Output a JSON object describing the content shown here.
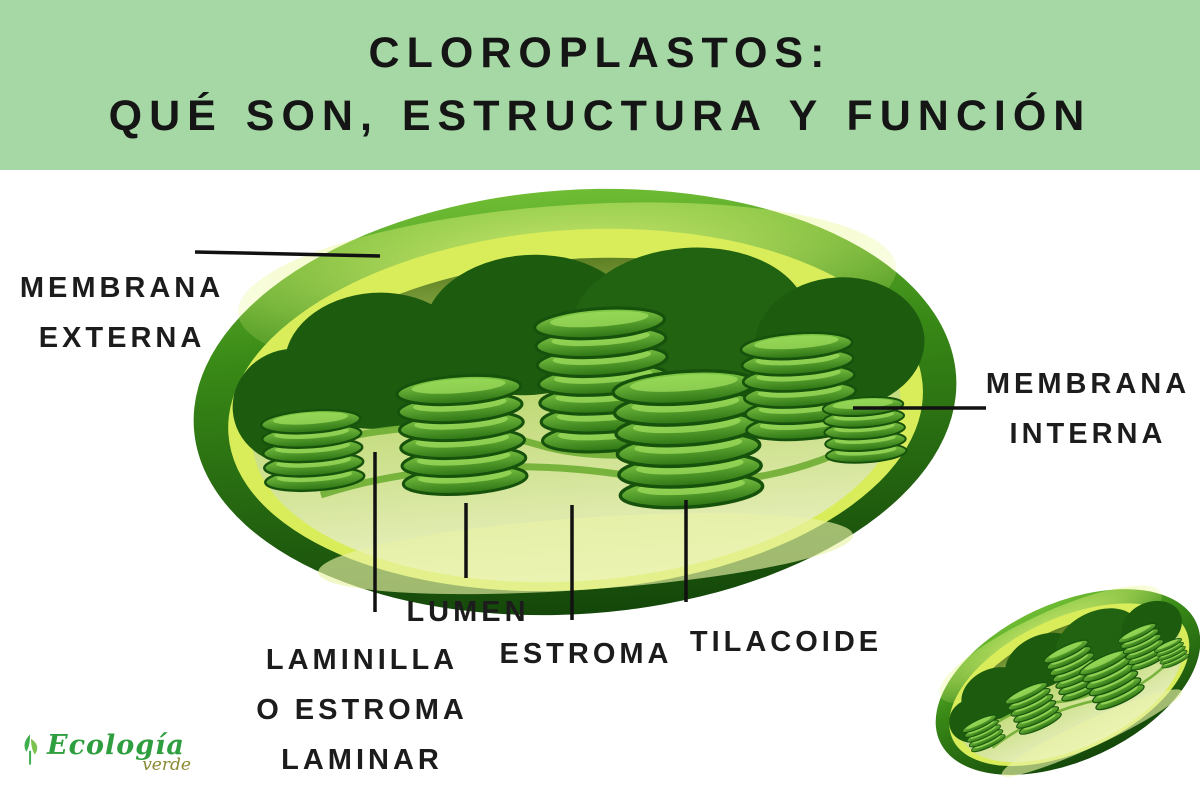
{
  "header": {
    "title_line1": "CLOROPLASTOS:",
    "title_line2": "QUÉ SON, ESTRUCTURA Y FUNCIÓN"
  },
  "labels": {
    "membrana_externa_1": "MEMBRANA",
    "membrana_externa_2": "EXTERNA",
    "membrana_interna_1": "MEMBRANA",
    "membrana_interna_2": "INTERNA",
    "lumen": "LUMEN",
    "laminilla_1": "LAMINILLA",
    "laminilla_2": "O ESTROMA",
    "laminilla_3": "LAMINAR",
    "estroma": "ESTROMA",
    "tilacoide": "TILACOIDE"
  },
  "logo": {
    "word_main": "Ecología",
    "word_sub": "verde"
  },
  "illustration": {
    "main": "chloroplast-cutaway-diagram",
    "secondary": "small-chloroplast"
  },
  "colors": {
    "banner_green": "#a5d8a5",
    "title_text": "#151515",
    "label_text": "#1c1c1c",
    "pointer_line": "#111111",
    "chloroplast_dark_green": "#1d5c0f",
    "chloroplast_mid_green": "#3a8a1b",
    "chloroplast_bright_edge": "#d9ec5a",
    "stroma_pale": "#eef3c8",
    "logo_green": "#2f9e3f"
  }
}
